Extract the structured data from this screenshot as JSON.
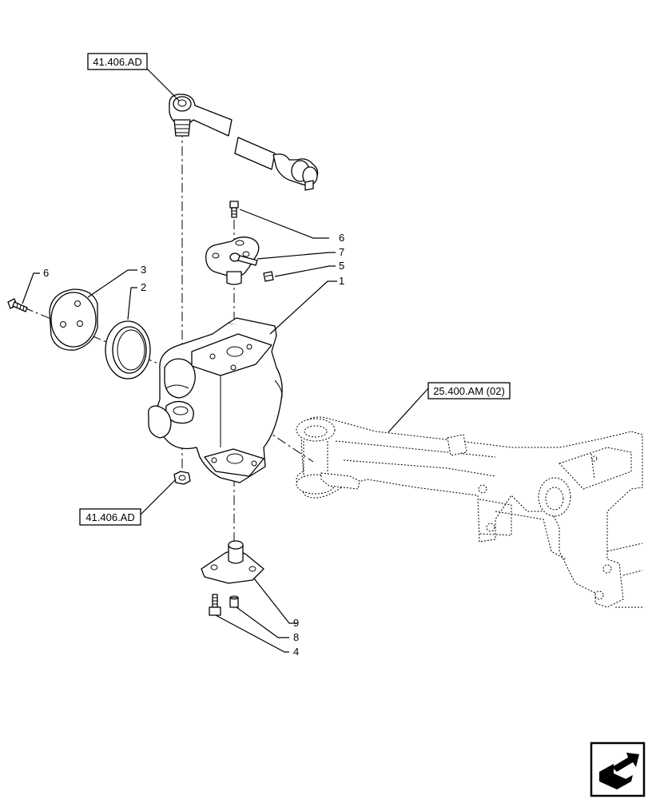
{
  "references": {
    "tie_rod": "41.406.AD",
    "steering_nut": "41.406.AD",
    "axle": "25.400.AM (02)"
  },
  "callouts": {
    "bolt_top": "6",
    "washer_top": "7",
    "fitting_top": "5",
    "knuckle": "1",
    "cover": "3",
    "seal": "2",
    "bolt_left": "6",
    "lower_pin": "9",
    "fitting_bottom": "8",
    "bolt_bottom": "4"
  },
  "icons": {
    "nav": "next-page-arrow-icon"
  }
}
